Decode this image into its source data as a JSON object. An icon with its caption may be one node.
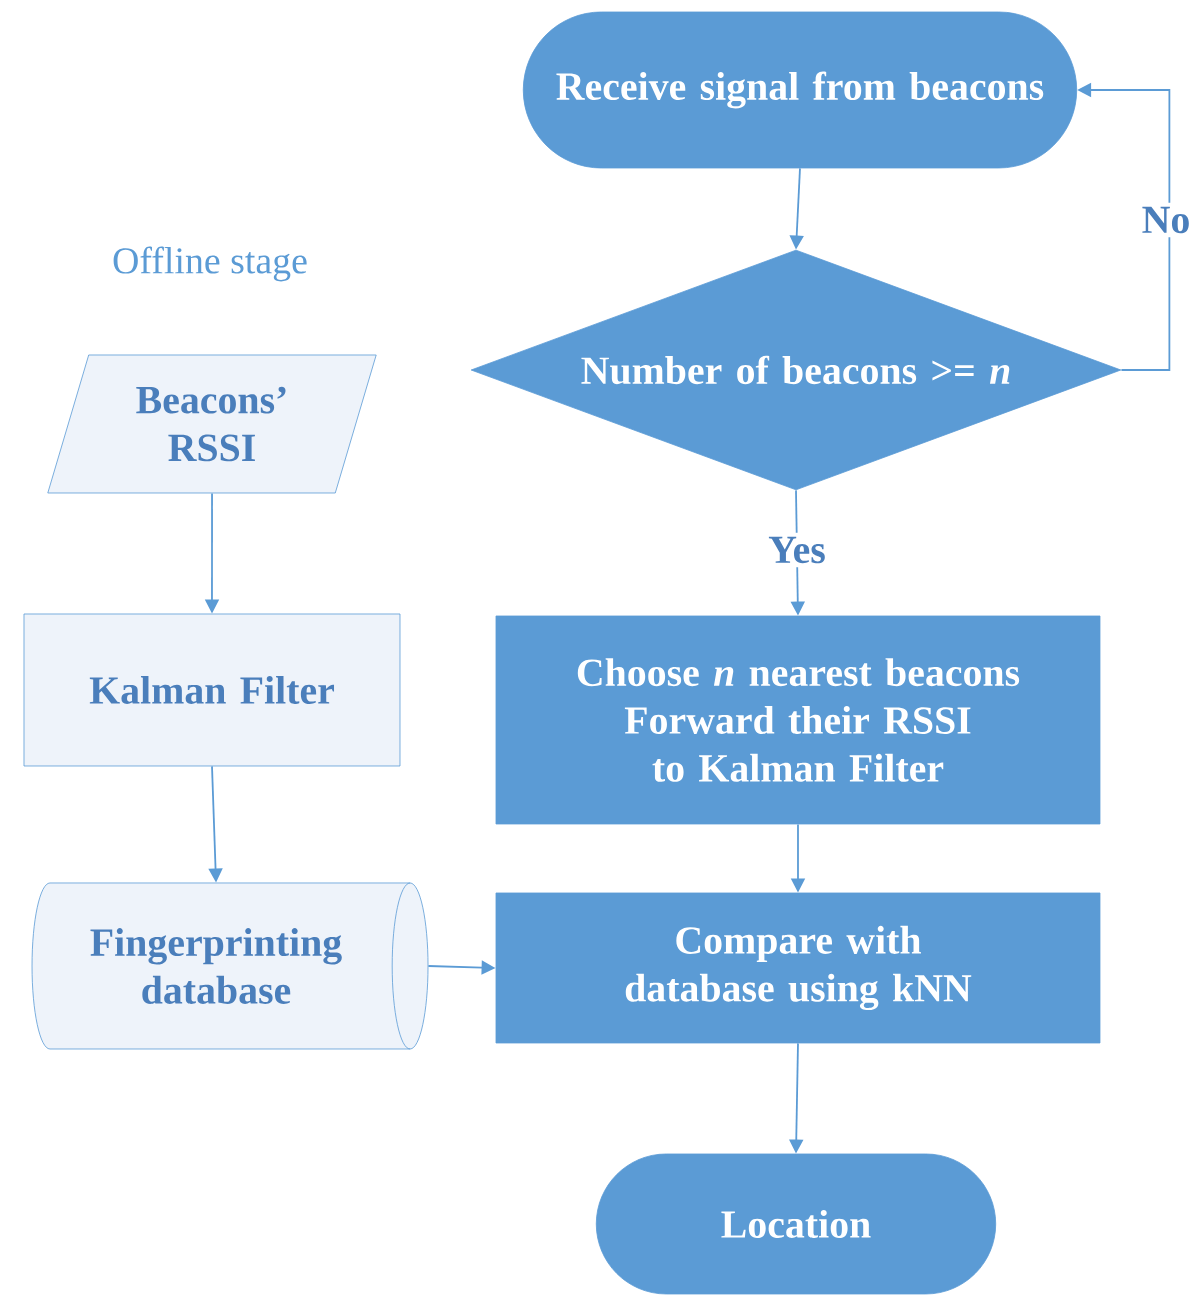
{
  "diagram": {
    "nodes": [
      {
        "text": [
          "Receive signal from beacons"
        ]
      },
      {
        "text": [
          "Number of beacons >= *n*"
        ]
      },
      {
        "text": [
          "Choose *n* nearest beacons",
          "Forward their RSSI to Kalman Filter"
        ]
      },
      {
        "text": [
          "Compare with database using kNN"
        ]
      },
      {
        "text": [
          "Location"
        ]
      },
      {
        "text": [
          "Beacons’ RSSI"
        ]
      },
      {
        "text": [
          "Kalman Filter"
        ]
      },
      {
        "text": [
          "Fingerprinting database"
        ]
      }
    ],
    "edges": [
      {
        "from": 0,
        "to": 1,
        "arrow": "to"
      },
      {
        "from": 1,
        "to": 0,
        "arrow": "to",
        "label": "No"
      },
      {
        "from": 1,
        "to": 2,
        "arrow": "to",
        "label": "Yes"
      },
      {
        "from": 2,
        "to": 3,
        "arrow": "to"
      },
      {
        "from": 3,
        "to": 4,
        "arrow": "to"
      },
      {
        "from": 5,
        "to": 6,
        "arrow": "to"
      },
      {
        "from": 6,
        "to": 7,
        "arrow": "to"
      },
      {
        "from": 7,
        "to": 3,
        "arrow": "to"
      }
    ],
    "labels": [
      "Offline stage"
    ]
  }
}
